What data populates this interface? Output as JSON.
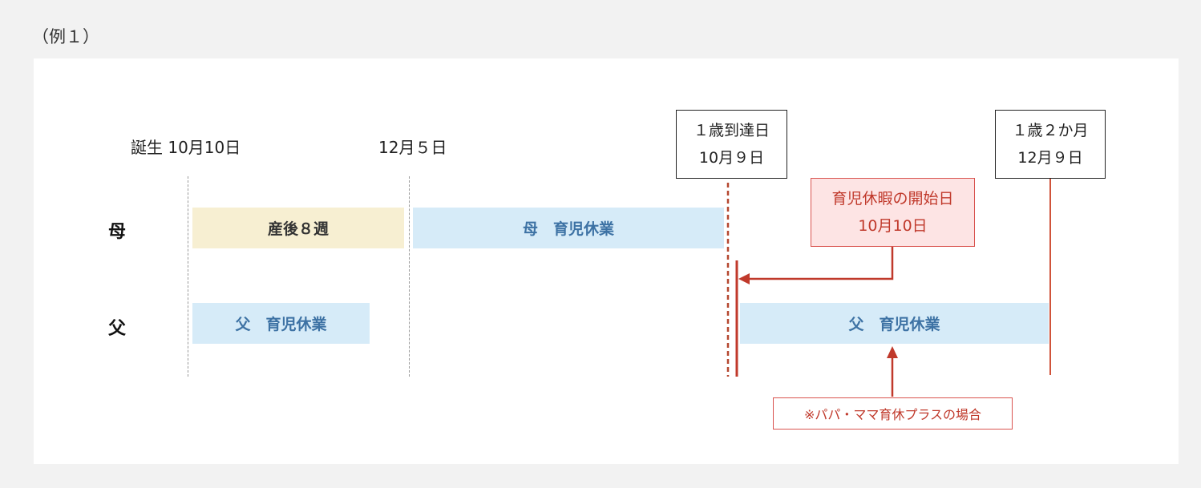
{
  "example_label": "（例１）",
  "dates": {
    "birth": "誕生 10月10日",
    "dec5": "12月５日"
  },
  "boxes": {
    "first_birthday": {
      "line1": "１歳到達日",
      "line2": "10月９日"
    },
    "one_year_two_months": {
      "line1": "１歳２か月",
      "line2": "12月９日"
    },
    "leave_start": {
      "line1": "育児休暇の開始日",
      "line2": "10月10日"
    }
  },
  "rows": {
    "mother": "母",
    "father": "父"
  },
  "bars": {
    "maternity": "産後８週",
    "mother_leave": "母　育児休業",
    "father_leave_1": "父　育児休業",
    "father_leave_2": "父　育児休業"
  },
  "note": "※パパ・ママ育休プラスの場合",
  "colors": {
    "maternity_bg": "#f7efd2",
    "leave_bg": "#d6ebf8",
    "leave_text": "#3d72a4",
    "accent_red": "#c0392b",
    "dashed_red": "#b5472f",
    "line_red": "#d0533a"
  }
}
